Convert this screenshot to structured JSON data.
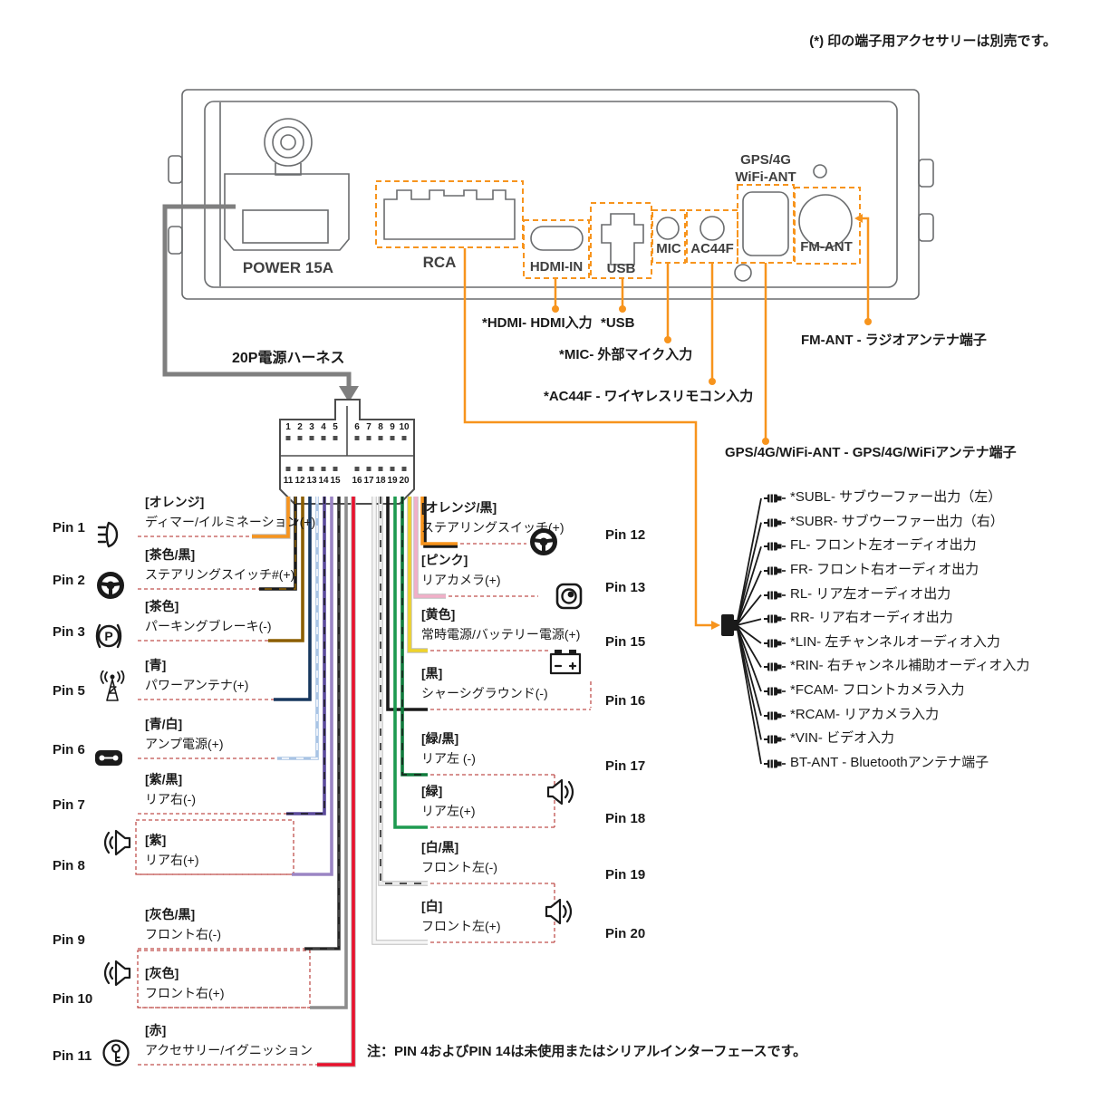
{
  "note_top": "(*) 印の端子用アクセサリーは別売です。",
  "colors": {
    "callout": "#F7941D",
    "dashed": "#C0504D",
    "harness": "#7F7F7F"
  },
  "device": {
    "power_label": "POWER 15A",
    "rca_label": "RCA",
    "hdmi_label": "HDMI-IN",
    "usb_label": "USB",
    "mic_label": "MIC",
    "ac44f_label": "AC44F",
    "gps_line1": "GPS/4G",
    "gps_line2": "WiFi-ANT",
    "fm_label": "FM-ANT"
  },
  "callouts": {
    "hdmi": "*HDMI- HDMI入力",
    "usb": "*USB",
    "mic": "*MIC- 外部マイク入力",
    "ac44f": "*AC44F - ワイヤレスリモコン入力",
    "fm": "FM-ANT - ラジオアンテナ端子",
    "gps": "GPS/4G/WiFi-ANT - GPS/4G/WiFiアンテナ端子"
  },
  "harness_label": "20P電源ハーネス",
  "connector": {
    "pins_top": [
      "1",
      "2",
      "3",
      "4",
      "5",
      "6",
      "7",
      "8",
      "9",
      "10"
    ],
    "pins_bottom": [
      "11",
      "12",
      "13",
      "14",
      "15",
      "16",
      "17",
      "18",
      "19",
      "20"
    ]
  },
  "left_pins": [
    {
      "pin": "Pin 1",
      "color_label": "[オレンジ]",
      "function": "ディマー/イルミネーション(+)",
      "icon": "headlight-icon",
      "wire_color": "#F7941D"
    },
    {
      "pin": "Pin 2",
      "color_label": "[茶色/黒]",
      "function": "ステアリングスイッチ#(+)",
      "icon": "steering-wheel-icon",
      "wire_color": "#1A1A1A",
      "stripe_color": "#8B5E00"
    },
    {
      "pin": "Pin 3",
      "color_label": "[茶色]",
      "function": "パーキングブレーキ(-)",
      "icon": "parking-brake-icon",
      "wire_color": "#8B5E00"
    },
    {
      "pin": "Pin 5",
      "color_label": "[青]",
      "function": "パワーアンテナ(+)",
      "icon": "antenna-icon",
      "wire_color": "#17375E"
    },
    {
      "pin": "Pin 6",
      "color_label": "[青/白]",
      "function": "アンプ電源(+)",
      "icon": "amplifier-icon",
      "wire_color": "#A9C4E4",
      "stripe_color": "#FFFFFF"
    },
    {
      "pin": "Pin 7",
      "color_label": "[紫/黒]",
      "function": "リア右(-)",
      "icon": null,
      "wire_color": "#5B4A9B",
      "stripe_color": "#1A1A1A"
    },
    {
      "pin": "Pin 8",
      "color_label": "[紫]",
      "function": "リア右(+)",
      "icon": "speaker-icon",
      "wire_color": "#9B85C4"
    },
    {
      "pin": "Pin 9",
      "color_label": "[灰色/黒]",
      "function": "フロント右(-)",
      "icon": null,
      "wire_color": "#3F3F3F",
      "stripe_color": "#1A1A1A"
    },
    {
      "pin": "Pin 10",
      "color_label": "[灰色]",
      "function": "フロント右(+)",
      "icon": "speaker-icon",
      "wire_color": "#8C8C8C"
    },
    {
      "pin": "Pin 11",
      "color_label": "[赤]",
      "function": "アクセサリー/イグニッション",
      "icon": "key-icon",
      "wire_color": "#E8112D"
    }
  ],
  "right_pins": [
    {
      "pin": "Pin 12",
      "color_label": "[オレンジ/黒]",
      "function": "ステアリングスイッチ(+)",
      "icon": "steering-wheel-icon",
      "wire_color": "#F7941D",
      "stripe_color": "#1A1A1A"
    },
    {
      "pin": "Pin 13",
      "color_label": "[ピンク]",
      "function": "リアカメラ(+)",
      "icon": "camera-icon",
      "wire_color": "#F2AFC8"
    },
    {
      "pin": "Pin 15",
      "color_label": "[黄色]",
      "function": "常時電源/バッテリー電源(+)",
      "icon": "battery-icon",
      "wire_color": "#EFD32A"
    },
    {
      "pin": "Pin 16",
      "color_label": "[黒]",
      "function": "シャーシグラウンド(-)",
      "icon": null,
      "wire_color": "#1A1A1A"
    },
    {
      "pin": "Pin 17",
      "color_label": "[緑/黒]",
      "function": "リア左 (-)",
      "icon": "speaker-icon",
      "wire_color": "#0F7B3C",
      "stripe_color": "#1A1A1A"
    },
    {
      "pin": "Pin 18",
      "color_label": "[緑]",
      "function": "リア左(+)",
      "icon": null,
      "wire_color": "#1E9A50"
    },
    {
      "pin": "Pin 19",
      "color_label": "[白/黒]",
      "function": "フロント左(-)",
      "icon": "speaker-icon",
      "wire_color": "#EDEDED",
      "stripe_color": "#1A1A1A"
    },
    {
      "pin": "Pin 20",
      "color_label": "[白]",
      "function": "フロント左(+)",
      "icon": null,
      "wire_color": "#F5F5F5"
    }
  ],
  "outputs": [
    "*SUBL- サブウーファー出力（左）",
    "*SUBR- サブウーファー出力（右）",
    "FL- フロント左オーディオ出力",
    "FR- フロント右オーディオ出力",
    "RL- リア左オーディオ出力",
    "RR- リア右オーディオ出力",
    "*LIN- 左チャンネルオーディオ入力",
    "*RIN- 右チャンネル補助オーディオ入力",
    "*FCAM- フロントカメラ入力",
    "*RCAM- リアカメラ入力",
    "*VIN- ビデオ入力",
    "BT-ANT - Bluetoothアンテナ端子"
  ],
  "bottom_note": "注：PIN 4およびPIN 14は未使用またはシリアルインターフェースです。"
}
